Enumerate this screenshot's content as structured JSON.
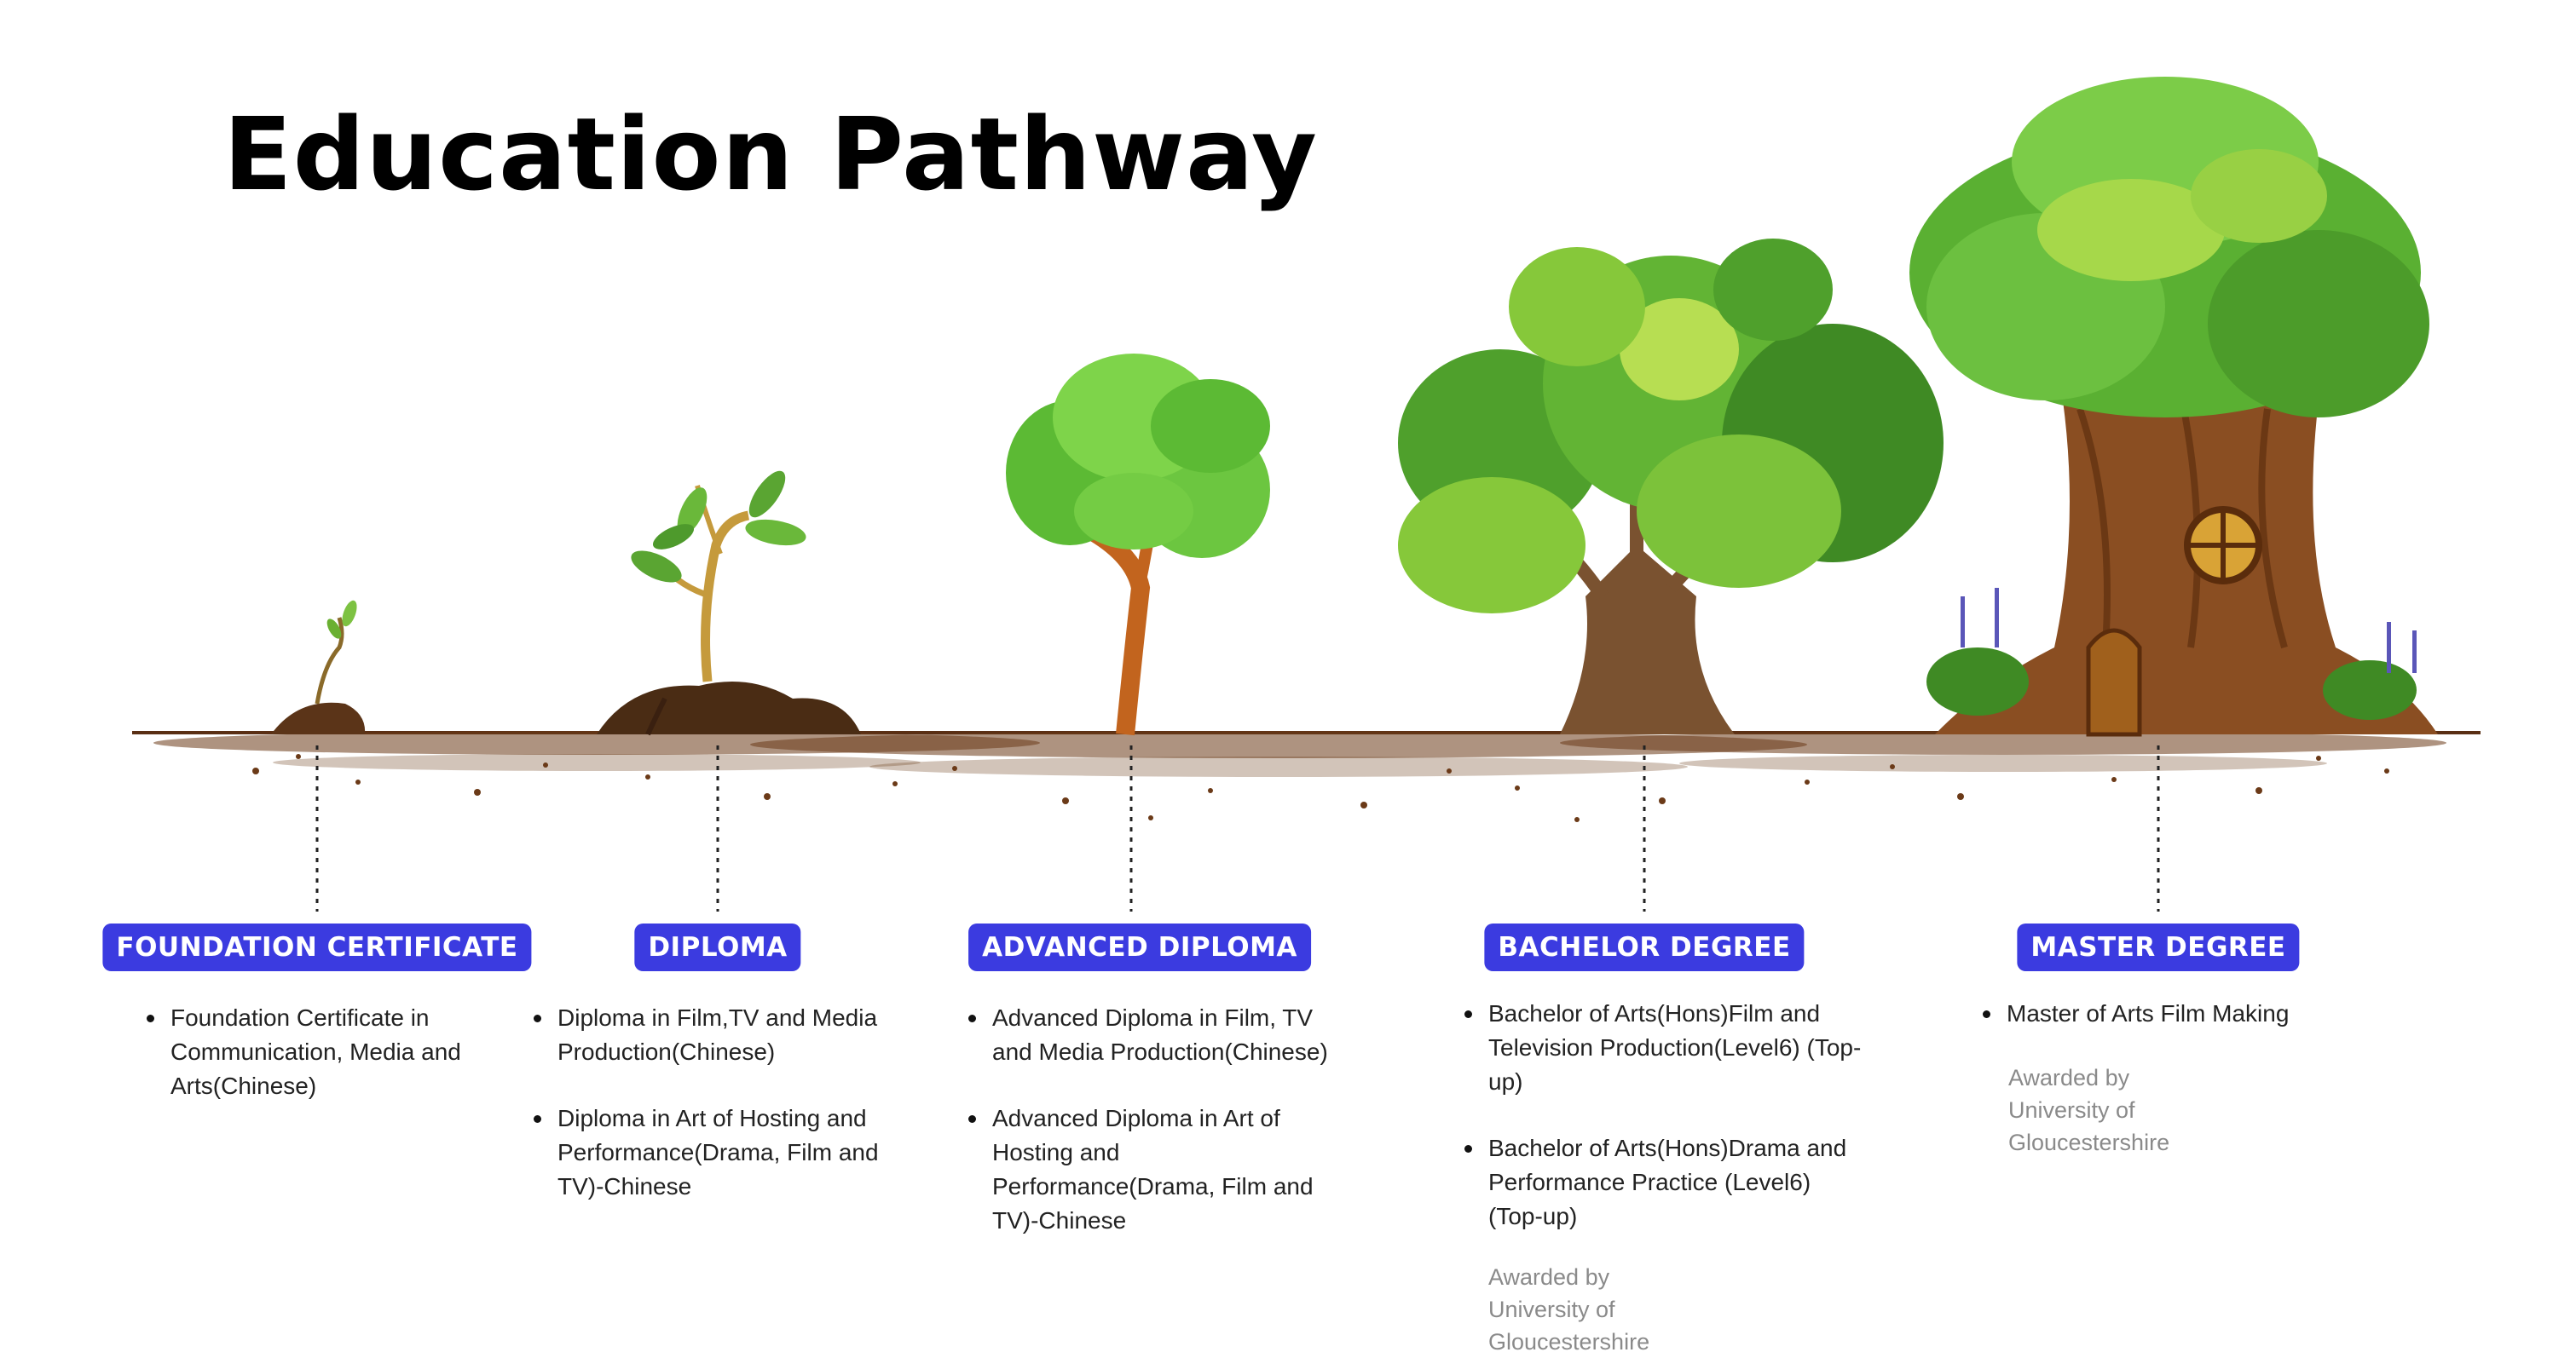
{
  "title": "Education Pathway",
  "colors": {
    "badge": "#3b3be0",
    "soil": "#5a2f14",
    "award_text": "#8a8a8a"
  },
  "stages": [
    {
      "label": "FOUNDATION CERTIFICATE",
      "icon": "seedling-sprout-icon",
      "items": [
        "Foundation Certificate in Communication, Media and Arts(Chinese)"
      ],
      "award": null
    },
    {
      "label": "DIPLOMA",
      "icon": "young-plant-icon",
      "items": [
        "Diploma in Film,TV and Media Production(Chinese)",
        "Diploma in Art of Hosting and Performance(Drama, Film and TV)-Chinese"
      ],
      "award": null
    },
    {
      "label": "ADVANCED DIPLOMA",
      "icon": "young-tree-icon",
      "items": [
        "Advanced Diploma in Film, TV and Media Production(Chinese)",
        "Advanced Diploma in Art of Hosting and Performance(Drama, Film and TV)-Chinese"
      ],
      "award": null
    },
    {
      "label": "BACHELOR DEGREE",
      "icon": "mature-tree-icon",
      "items": [
        "Bachelor of Arts(Hons)Film and Television Production(Level6) (Top-up)",
        "Bachelor of Arts(Hons)Drama and Performance Practice (Level6) (Top-up)"
      ],
      "award": {
        "line1": "Awarded by",
        "line2": "University of Gloucestershire"
      }
    },
    {
      "label": "MASTER DEGREE",
      "icon": "fairy-house-tree-icon",
      "items": [
        "Master of Arts Film Making"
      ],
      "award": {
        "line1": "Awarded by",
        "line2": "University of Gloucestershire"
      }
    }
  ]
}
